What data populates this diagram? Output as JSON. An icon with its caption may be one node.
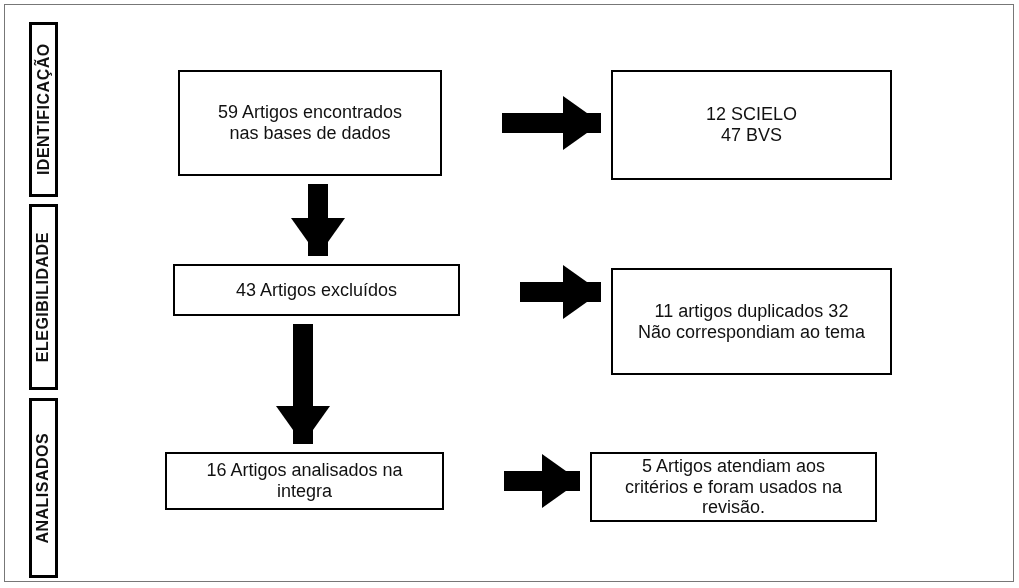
{
  "diagram": {
    "nodes": [
      {
        "text": [
          "IDENTIFICAÇÃO"
        ]
      },
      {
        "text": [
          "ELEGIBILIDADE"
        ]
      },
      {
        "text": [
          "ANALISADOS"
        ]
      },
      {
        "text": [
          "59 Artigos encontrados nas bases de dados"
        ]
      },
      {
        "text": [
          "12 SCIELO 47 BVS"
        ]
      },
      {
        "text": [
          "43 Artigos excluídos"
        ]
      },
      {
        "text": [
          "11 artigos duplicados 32 Não correspondiam ao tema"
        ]
      },
      {
        "text": [
          "16 Artigos analisados na integra"
        ]
      },
      {
        "text": [
          "5 Artigos atendiam aos critérios e foram usados na revisão."
        ]
      }
    ],
    "edges": [
      {
        "from": 3,
        "to": 4,
        "arrow": "to"
      },
      {
        "from": 3,
        "to": 5,
        "arrow": "to"
      },
      {
        "from": 5,
        "to": 6,
        "arrow": "to"
      },
      {
        "from": 5,
        "to": 7,
        "arrow": "to"
      },
      {
        "from": 7,
        "to": 8,
        "arrow": "to"
      }
    ]
  }
}
